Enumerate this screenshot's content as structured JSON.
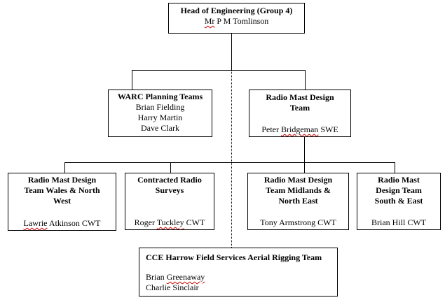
{
  "page": {
    "background_color": "#ffffff",
    "line_color": "#000000",
    "misspell_underline_color": "#cc0000"
  },
  "nodes": {
    "root": {
      "title_lines": [
        "Head of Engineering (Group 4)"
      ],
      "name_parts": [
        "Mr",
        " P M Tomlinson"
      ]
    },
    "warc": {
      "title_lines": [
        "WARC Planning Teams"
      ],
      "members": [
        "Brian Fielding",
        "Harry Martin",
        "Dave Clark"
      ]
    },
    "rmdt": {
      "title_lines": [
        "Radio Mast Design",
        "Team"
      ],
      "name_parts": [
        "Peter ",
        "Bridgeman",
        " SWE"
      ]
    },
    "wales": {
      "title_lines": [
        "Radio Mast Design",
        "Team Wales & North",
        "West"
      ],
      "name_parts": [
        "Lawrie",
        " Atkinson CWT"
      ]
    },
    "contracted": {
      "title_lines": [
        "Contracted Radio",
        "Surveys"
      ],
      "name_parts": [
        "Roger ",
        "Tuckley",
        " CWT"
      ]
    },
    "midlands": {
      "title_lines": [
        "Radio Mast Design",
        "Team Midlands &",
        "North East"
      ],
      "name": "Tony Armstrong CWT"
    },
    "south": {
      "title_lines": [
        "Radio Mast",
        "Design Team",
        "South & East"
      ],
      "name": "Brian Hill CWT"
    },
    "cce": {
      "title_lines": [
        "CCE Harrow Field Services Aerial Rigging Team"
      ],
      "member1_parts": [
        "Brian ",
        "Greenaway"
      ],
      "member2": "Charlie Sinclair"
    }
  }
}
